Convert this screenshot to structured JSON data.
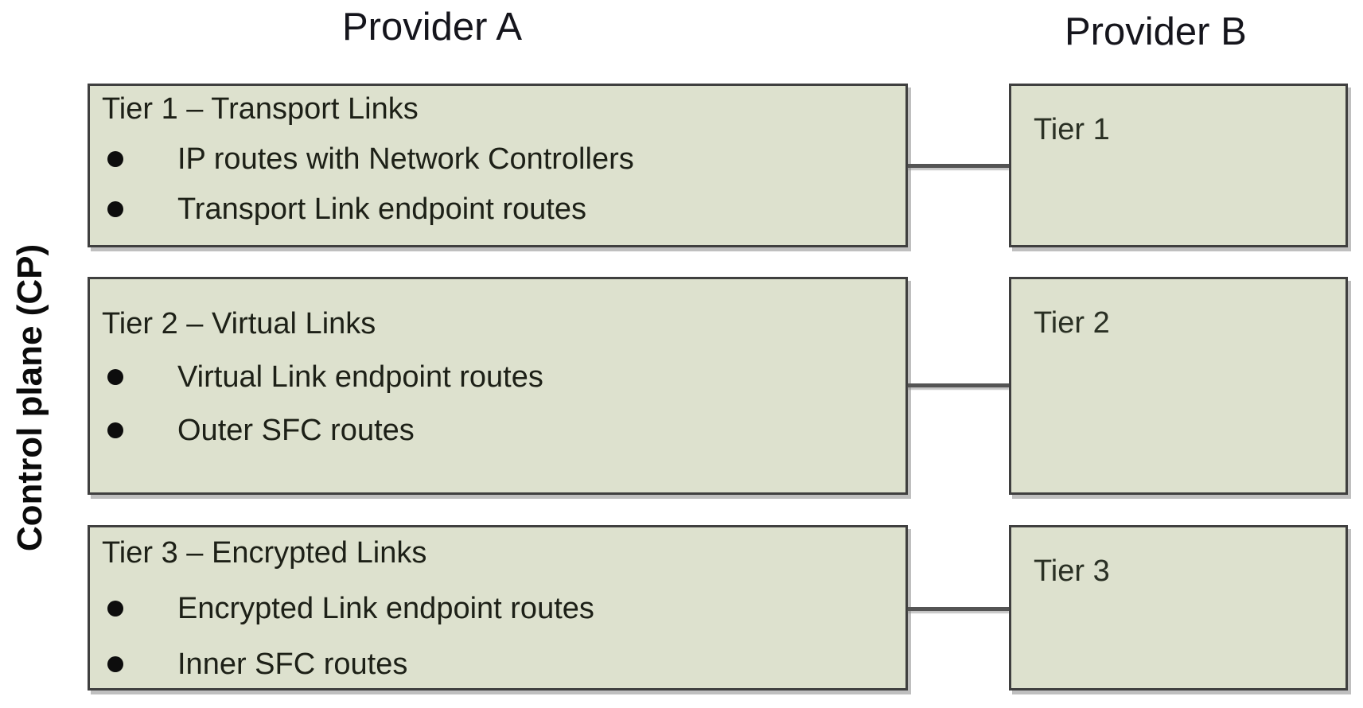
{
  "headers": {
    "provider_a": "Provider A",
    "provider_b": "Provider B"
  },
  "side_label": "Control plane (CP)",
  "colors": {
    "box_fill": "#dde1ce",
    "box_border": "#3f3f3f",
    "connector": "#545454",
    "text": "#1d2017"
  },
  "tiers": [
    {
      "provider_a": {
        "title": "Tier 1 – Transport Links",
        "bullets": [
          "IP routes with Network Controllers",
          "Transport Link endpoint routes"
        ]
      },
      "provider_b": {
        "label": "Tier 1"
      }
    },
    {
      "provider_a": {
        "title": "Tier 2 – Virtual Links",
        "bullets": [
          "Virtual Link endpoint routes",
          "Outer SFC routes"
        ]
      },
      "provider_b": {
        "label": "Tier 2"
      }
    },
    {
      "provider_a": {
        "title": "Tier 3 – Encrypted Links",
        "bullets": [
          "Encrypted Link endpoint routes",
          "Inner SFC routes"
        ]
      },
      "provider_b": {
        "label": "Tier 3"
      }
    }
  ]
}
